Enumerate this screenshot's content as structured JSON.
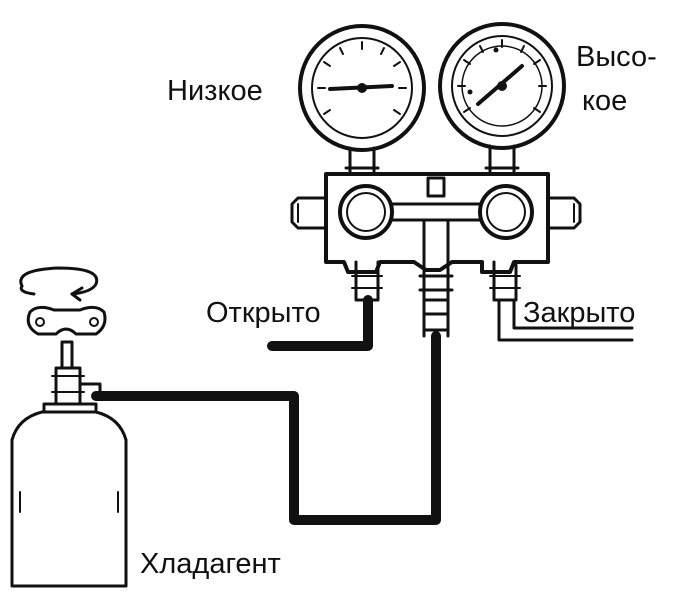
{
  "labels": {
    "low_pressure": "Низкое",
    "high_pressure_line1": "Высо-",
    "high_pressure_line2": "кое",
    "valve_open": "Открыто",
    "valve_closed": "Закрыто",
    "refrigerant": "Хладагент"
  },
  "colors": {
    "ink": "#111111",
    "background": "#ffffff"
  },
  "icons": [
    "low-pressure-gauge-icon",
    "high-pressure-gauge-icon",
    "manifold-icon",
    "refrigerant-can-icon",
    "rotation-arrow-icon"
  ]
}
